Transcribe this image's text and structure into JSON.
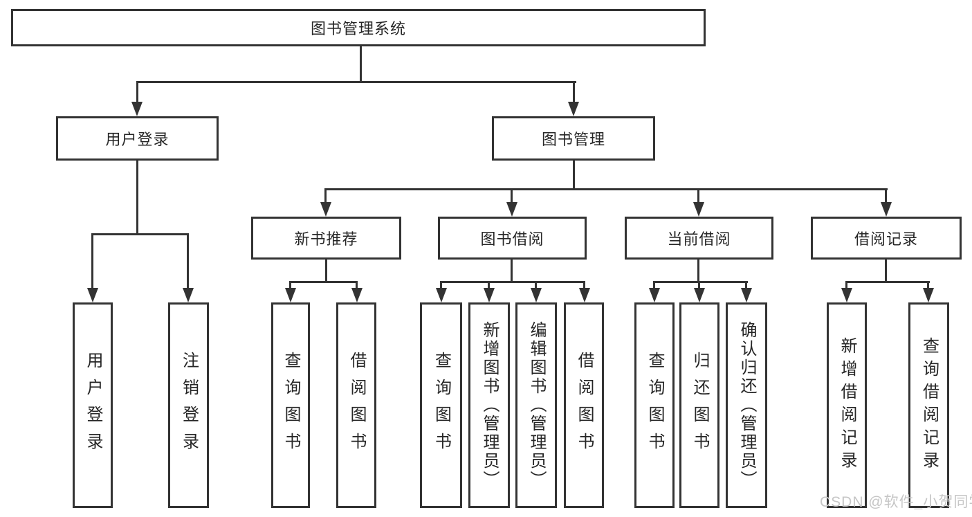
{
  "tree": {
    "label": "图书管理系统",
    "children": [
      {
        "label": "用户登录",
        "children": [
          {
            "label": "用户登录"
          },
          {
            "label": "注销登录"
          }
        ]
      },
      {
        "label": "图书管理",
        "children": [
          {
            "label": "新书推荐",
            "children": [
              {
                "label": "查询图书"
              },
              {
                "label": "借阅图书"
              }
            ]
          },
          {
            "label": "图书借阅",
            "children": [
              {
                "label": "查询图书"
              },
              {
                "label": "新增图书（管理员）"
              },
              {
                "label": "编辑图书（管理员）"
              },
              {
                "label": "借阅图书"
              }
            ]
          },
          {
            "label": "当前借阅",
            "children": [
              {
                "label": "查询图书"
              },
              {
                "label": "归还图书"
              },
              {
                "label": "确认归还（管理员）"
              }
            ]
          },
          {
            "label": "借阅记录",
            "children": [
              {
                "label": "新增借阅记录"
              },
              {
                "label": "查询借阅记录"
              }
            ]
          }
        ]
      }
    ]
  },
  "watermark": "CSDN @软件_小贺同学",
  "colors": {
    "line": "#333333",
    "text": "#262626",
    "watermark": "#c6c6c6",
    "background": "#ffffff"
  }
}
